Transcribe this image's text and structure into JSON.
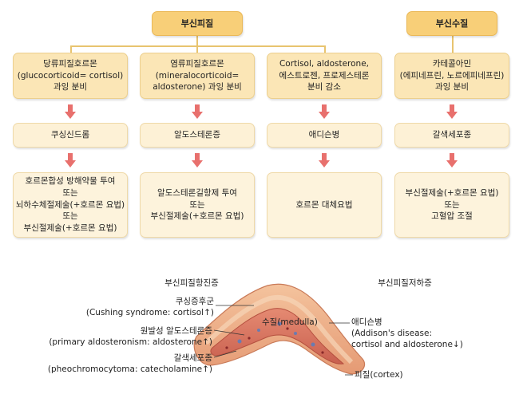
{
  "flow": {
    "cortex": "부신피질",
    "medulla": "부신수질",
    "columns": [
      {
        "cause": "당류피질호르몬\n(glucocorticoid= cortisol)\n과잉 분비",
        "disease": "쿠싱신드롬",
        "treatment": "호르몬합성 방해약물 투여\n또는\n뇌하수체절제술(+호르몬 요법)\n또는\n부신절제술(+호르몬 요법)"
      },
      {
        "cause": "염류피질호르몬\n(mineralocorticoid=\naldosterone) 과잉 분비",
        "disease": "알도스테론증",
        "treatment": "알도스테론길항제 투여\n또는\n부신절제술(+호르몬 요법)"
      },
      {
        "cause": "Cortisol, aldosterone,\n에스트로젠, 프로제스테론\n분비 감소",
        "disease": "애디슨병",
        "treatment": "호르몬 대체요법"
      },
      {
        "cause": "카테콜아민\n(에피네프린, 노르에피네프린)\n과잉 분비",
        "disease": "갈색세포종",
        "treatment": "부신절제술(+호르몬 요법)\n또는\n고혈압 조절"
      }
    ]
  },
  "illustration": {
    "hyper_title": "부신피질항진증",
    "hypo_title": "부신피질저하증",
    "cushing": "쿠싱증후군\n(Cushing syndrome: cortisol↑)",
    "aldosteronism": "원발성 알도스테론증\n(primary aldosteronism: aldosterone↑)",
    "pheo_label": "갈색세포종\n(pheochromocytoma: catecholamine↑)",
    "medulla_label": "수질(medulla)",
    "addison": "애디슨병\n(Addison's disease:\ncortisol and aldosterone↓)",
    "cortex_label": "피질(cortex)"
  },
  "colors": {
    "header": "#f8cf78",
    "box": "#fdf1d6",
    "arrow": "#e8706d",
    "connector": "#e8c46f",
    "cortex": "#e9a37e",
    "medulla": "#cf6d5a"
  }
}
